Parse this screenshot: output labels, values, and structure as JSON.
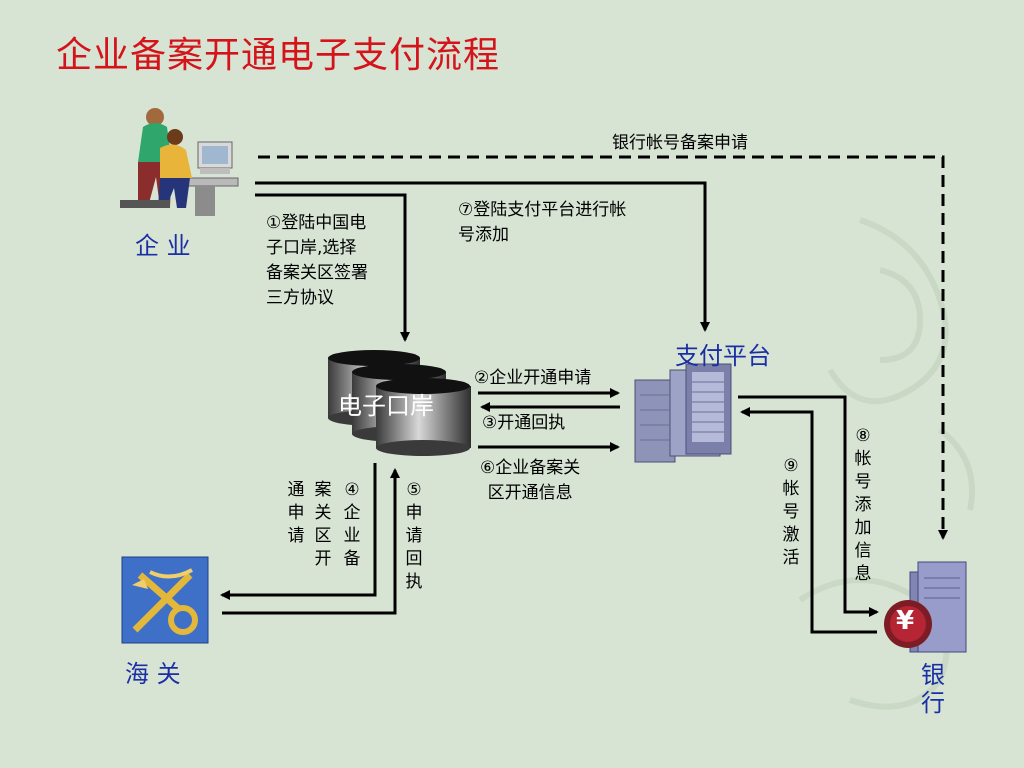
{
  "title": "企业备案开通电子支付流程",
  "nodes": {
    "enterprise": "企  业",
    "eport": "电子口岸",
    "payment_platform": "支付平台",
    "customs": "海  关",
    "bank": "银\n行",
    "bank_symbol": "¥"
  },
  "steps": {
    "bank_account_filing": "银行帐号备案申请",
    "s1": "①登陆中国电子口岸,选择备案关区签署三方协议",
    "s1_lines": [
      "①登陆中国电",
      "子口岸,选择",
      "备案关区签署",
      "三方协议"
    ],
    "s2": "②企业开通申请",
    "s3": "③开通回执",
    "s4_col1": "④企业备",
    "s4_col2": "案关区开",
    "s4_col3": "通申请",
    "s5": "⑤申请回执",
    "s6_lines": [
      "⑥企业备案关",
      "区开通信息"
    ],
    "s7_lines": [
      "⑦登陆支付平台进行帐",
      "号添加"
    ],
    "s8": "⑧帐号添加信息",
    "s9": "⑨帐号激活"
  },
  "colors": {
    "background": "#d7e4d4",
    "title": "#d4141a",
    "node_label": "#1b2fa5",
    "arrow": "#000000"
  }
}
